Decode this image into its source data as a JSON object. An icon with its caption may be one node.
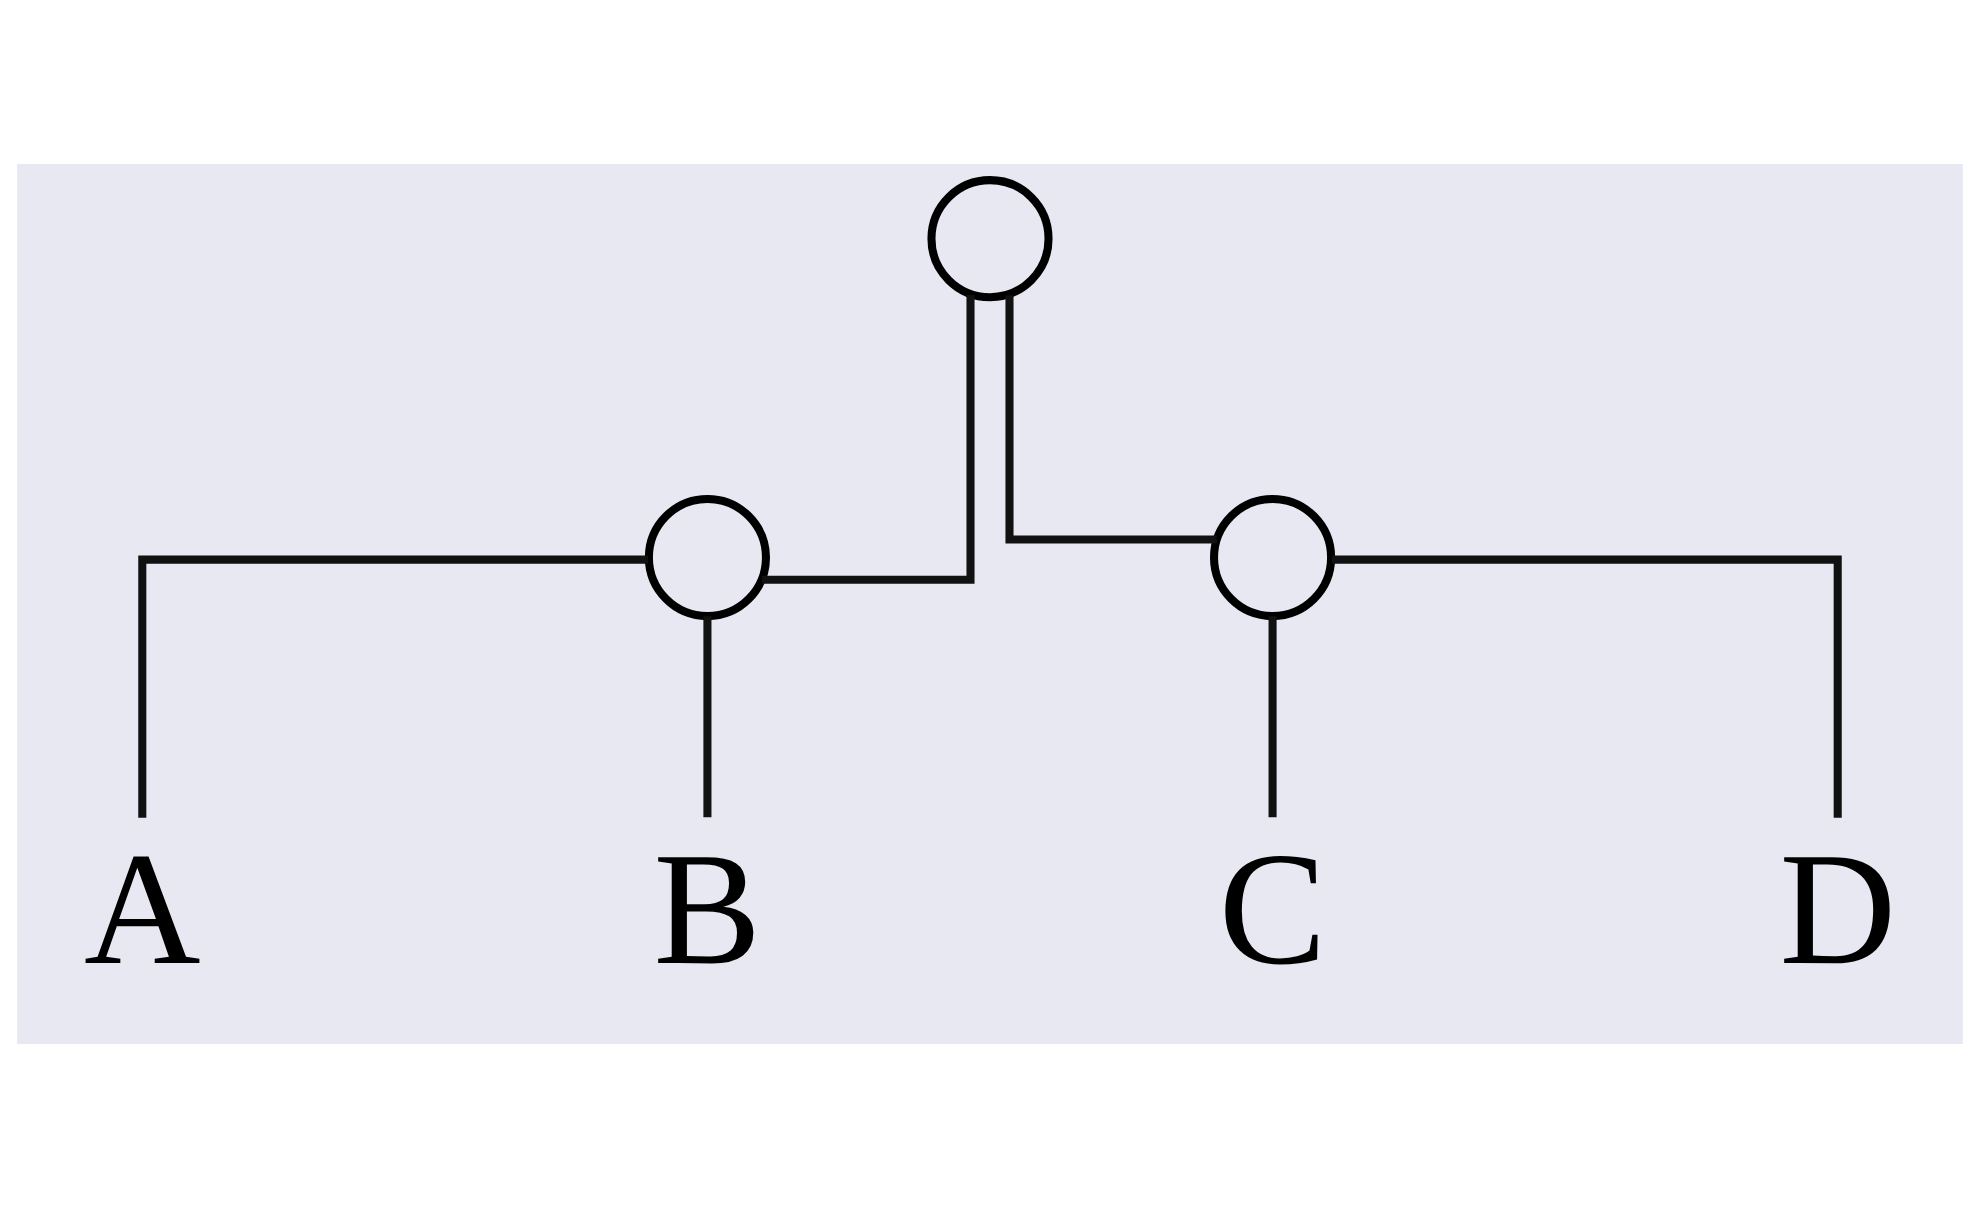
{
  "diagram": {
    "nodes": [
      {
        "text": [],
        "shape": "circle"
      },
      {
        "text": [],
        "shape": "circle"
      },
      {
        "text": [],
        "shape": "circle"
      },
      {
        "text": [
          "A"
        ]
      },
      {
        "text": [
          "B"
        ]
      },
      {
        "text": [
          "C"
        ]
      },
      {
        "text": [
          "D"
        ]
      }
    ],
    "edges": [
      {
        "from": 0,
        "to": 1,
        "arrow": "none"
      },
      {
        "from": 0,
        "to": 2,
        "arrow": "none"
      },
      {
        "from": 1,
        "to": 3,
        "arrow": "none"
      },
      {
        "from": 1,
        "to": 4,
        "arrow": "none"
      },
      {
        "from": 2,
        "to": 5,
        "arrow": "none"
      },
      {
        "from": 2,
        "to": 6,
        "arrow": "none"
      }
    ]
  }
}
